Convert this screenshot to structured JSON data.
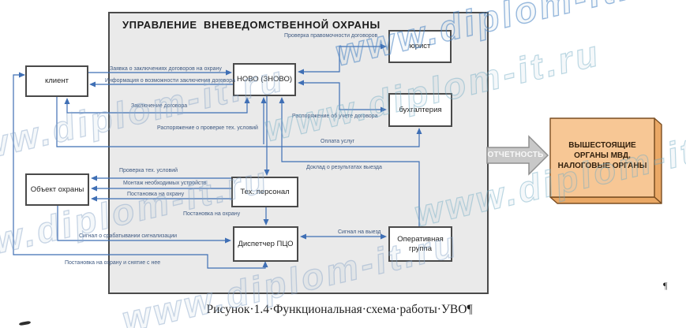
{
  "watermark": {
    "text": "www.diplom-it.ru"
  },
  "diagram": {
    "title": "УПРАВЛЕНИЕ  ВНЕВЕДОМСТВЕННОЙ ОХРАНЫ",
    "boxes": {
      "client": "клиент",
      "guard_object": "Объект охраны",
      "novo": "НОВО (ЗНОВО)",
      "lawyer": "юрист",
      "accounting": "бухгалтерия",
      "tech_staff": "Тех. персонал",
      "dispatcher": "Диспетчер ПЦО",
      "operative_group": "Оперативная группа"
    },
    "labels": {
      "request": "Заявка о заключениях договоров на охрану",
      "info": "Информация о возможности заключения договора",
      "contract": "Заключение договора",
      "check_contracts": "Проверка правомочности договоров",
      "order_account": "Распоряжение об учете договора",
      "order_tech": "Распоряжение о проверке тех. условий",
      "payment": "Оплата услуг",
      "trip_report": "Доклад о результатах выезда",
      "tech_check": "Проверка тех. условий",
      "installation": "Монтаж необходимых устройств",
      "guard_on": "Постановка на охрану",
      "guard_on2": "Постановка на охрану",
      "alarm_signal": "Сигнал о срабатывании сигнализации",
      "depart_signal": "Сигнал на выезд",
      "guard_on_off": "Постановка на охрану и снятие с нее"
    },
    "reporting_arrow": "ОТЧЕТНОСТЬ",
    "authorities": "ВЫШЕСТОЯЩИЕ ОРГАНЫ МВД, НАЛОГОВЫЕ ОРГАНЫ",
    "caption": "Рисунок·1.4·Функциональная·схема·работы·УВО¶",
    "stray_pilcrow": "¶"
  },
  "colors": {
    "panel_fill": "#eaeaea",
    "connector_blue": "#3f6fb5",
    "authorities_front": "#f7c795",
    "authorities_side": "#eaa865",
    "reporting_arrow_fill": "#c8c8c8"
  }
}
